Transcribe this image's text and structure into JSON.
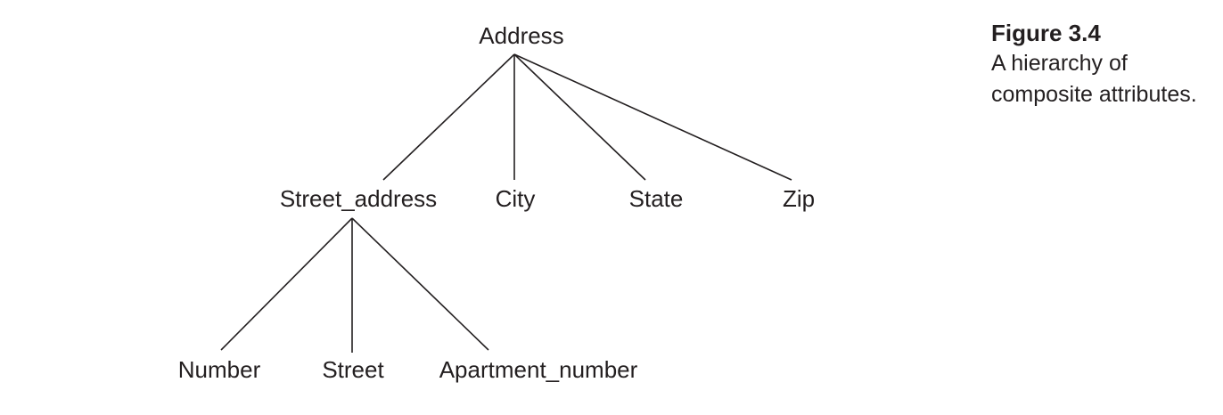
{
  "figure": {
    "title": "Figure 3.4",
    "caption_line_1": "A hierarchy of",
    "caption_line_2": "composite attributes."
  },
  "tree": {
    "root": "Address",
    "level1": [
      "Street_address",
      "City",
      "State",
      "Zip"
    ],
    "level2": [
      "Number",
      "Street",
      "Apartment_number"
    ],
    "edges": [
      [
        "Address",
        "Street_address"
      ],
      [
        "Address",
        "City"
      ],
      [
        "Address",
        "State"
      ],
      [
        "Address",
        "Zip"
      ],
      [
        "Street_address",
        "Number"
      ],
      [
        "Street_address",
        "Street"
      ],
      [
        "Street_address",
        "Apartment_number"
      ]
    ]
  },
  "colors": {
    "ink": "#231f20",
    "background": "#ffffff"
  }
}
